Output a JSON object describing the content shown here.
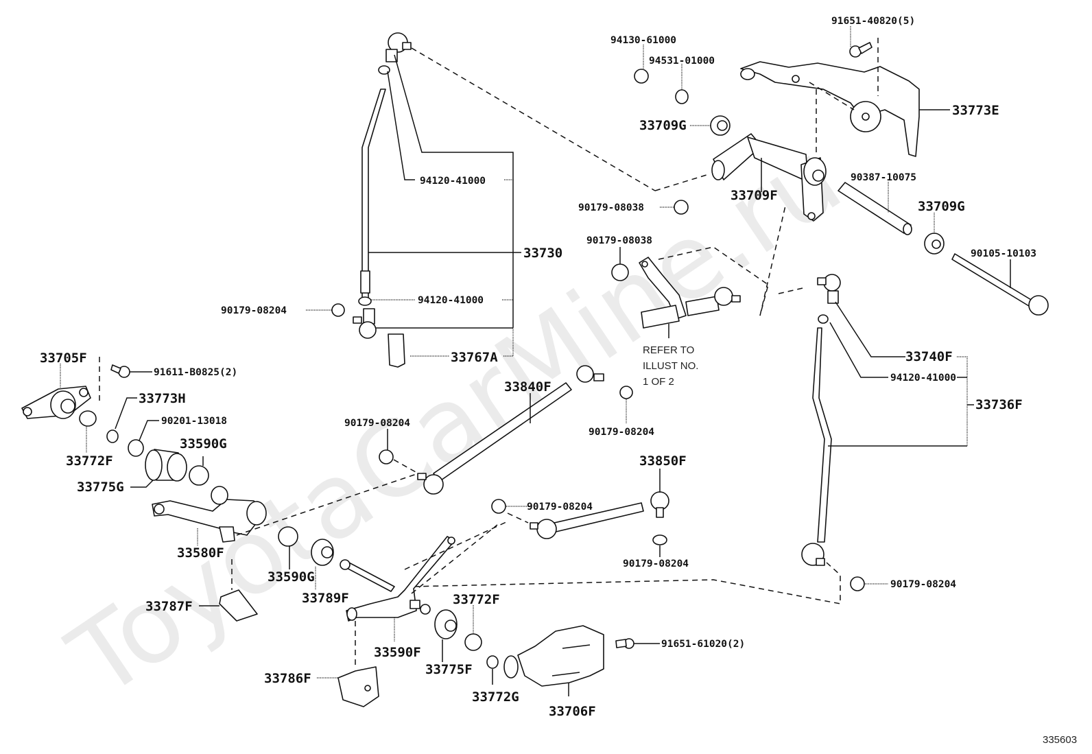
{
  "watermark": "ToyotaCarMine.ru",
  "figure_number": "335603",
  "note": [
    "REFER TO",
    "ILLUST NO.",
    "1 OF 2"
  ],
  "labels": {
    "l_91651_40820": "91651-40820(5)",
    "l_94130_61000": "94130-61000",
    "l_94531_01000": "94531-01000",
    "l_33773E": "33773E",
    "l_33709G_top": "33709G",
    "l_33709F": "33709F",
    "l_90387_10075": "90387-10075",
    "l_33709G_right": "33709G",
    "l_90179_08038_a": "90179-08038",
    "l_90179_08038_b": "90179-08038",
    "l_90105_10103": "90105-10103",
    "l_94120_41000_upper": "94120-41000",
    "l_33730": "33730",
    "l_94120_41000_lower": "94120-41000",
    "l_90179_08204_left": "90179-08204",
    "l_33767A": "33767A",
    "l_33740F": "33740F",
    "l_94120_41000_right": "94120-41000",
    "l_33736F": "33736F",
    "l_33705F": "33705F",
    "l_91611_B0825": "91611-B0825(2)",
    "l_33773H": "33773H",
    "l_90201_13018": "90201-13018",
    "l_33772F_left": "33772F",
    "l_33590G_upper": "33590G",
    "l_33775G": "33775G",
    "l_33840F": "33840F",
    "l_90179_08204_mid_left": "90179-08204",
    "l_90179_08204_mid_right": "90179-08204",
    "l_33850F": "33850F",
    "l_90179_08204_rod": "90179-08204",
    "l_90179_08204_under": "90179-08204",
    "l_90179_08204_far_right": "90179-08204",
    "l_33580F": "33580F",
    "l_33590G_lower": "33590G",
    "l_33789F": "33789F",
    "l_33787F": "33787F",
    "l_33772F_bottom": "33772F",
    "l_33590F": "33590F",
    "l_33775F": "33775F",
    "l_91651_61020": "91651-61020(2)",
    "l_33786F": "33786F",
    "l_33772G": "33772G",
    "l_33706F": "33706F"
  }
}
